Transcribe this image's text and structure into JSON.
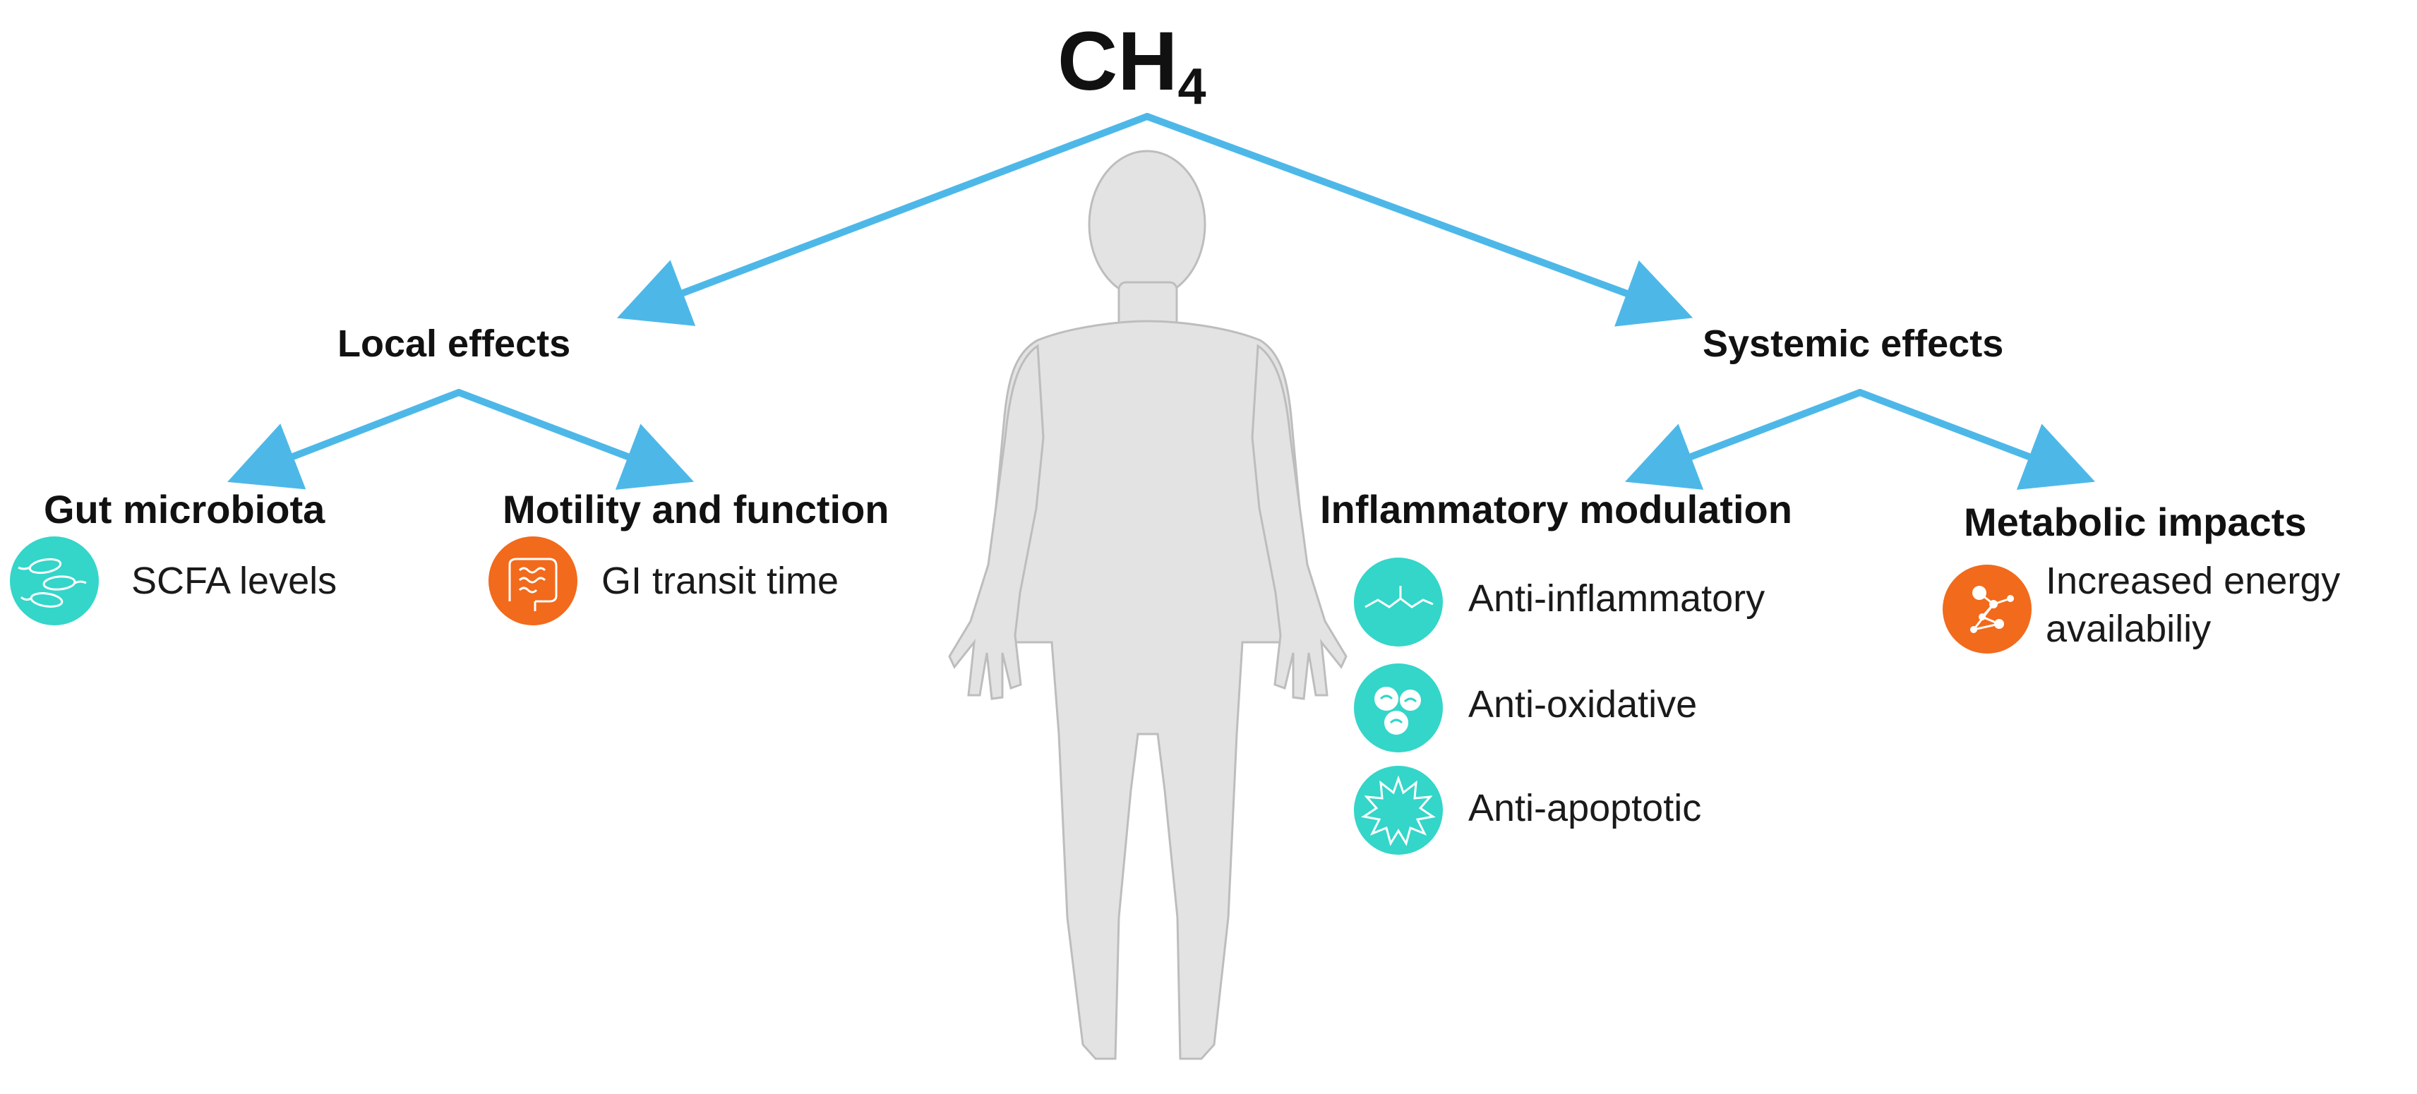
{
  "title": {
    "main": "CH",
    "subscript": "4"
  },
  "branches": {
    "local": {
      "label": "Local effects",
      "categories": [
        {
          "label": "Gut microbiota",
          "items": [
            {
              "text": "SCFA levels",
              "icon": "bacteria-icon",
              "color": "#33d6c9"
            }
          ]
        },
        {
          "label": "Motility and function",
          "items": [
            {
              "text": "GI transit time",
              "icon": "intestine-icon",
              "color": "#f26a1b"
            }
          ]
        }
      ]
    },
    "systemic": {
      "label": "Systemic effects",
      "categories": [
        {
          "label": "Inflammatory modulation",
          "items": [
            {
              "text": "Anti-inflammatory",
              "icon": "molecule-chain-icon",
              "color": "#33d6c9"
            },
            {
              "text": "Anti-oxidative",
              "icon": "cells-icon",
              "color": "#33d6c9"
            },
            {
              "text": "Anti-apoptotic",
              "icon": "starburst-icon",
              "color": "#33d6c9"
            }
          ]
        },
        {
          "label": "Metabolic impacts",
          "items": [
            {
              "text_line1": "Increased energy",
              "text_line2": "availabiliy",
              "icon": "network-icon",
              "color": "#f26a1b"
            }
          ]
        }
      ]
    }
  },
  "colors": {
    "arrow": "#4db8e8",
    "body": "#e3e3e3",
    "body_outline": "#bdbdbd",
    "teal": "#33d6c9",
    "orange": "#f26a1b"
  }
}
